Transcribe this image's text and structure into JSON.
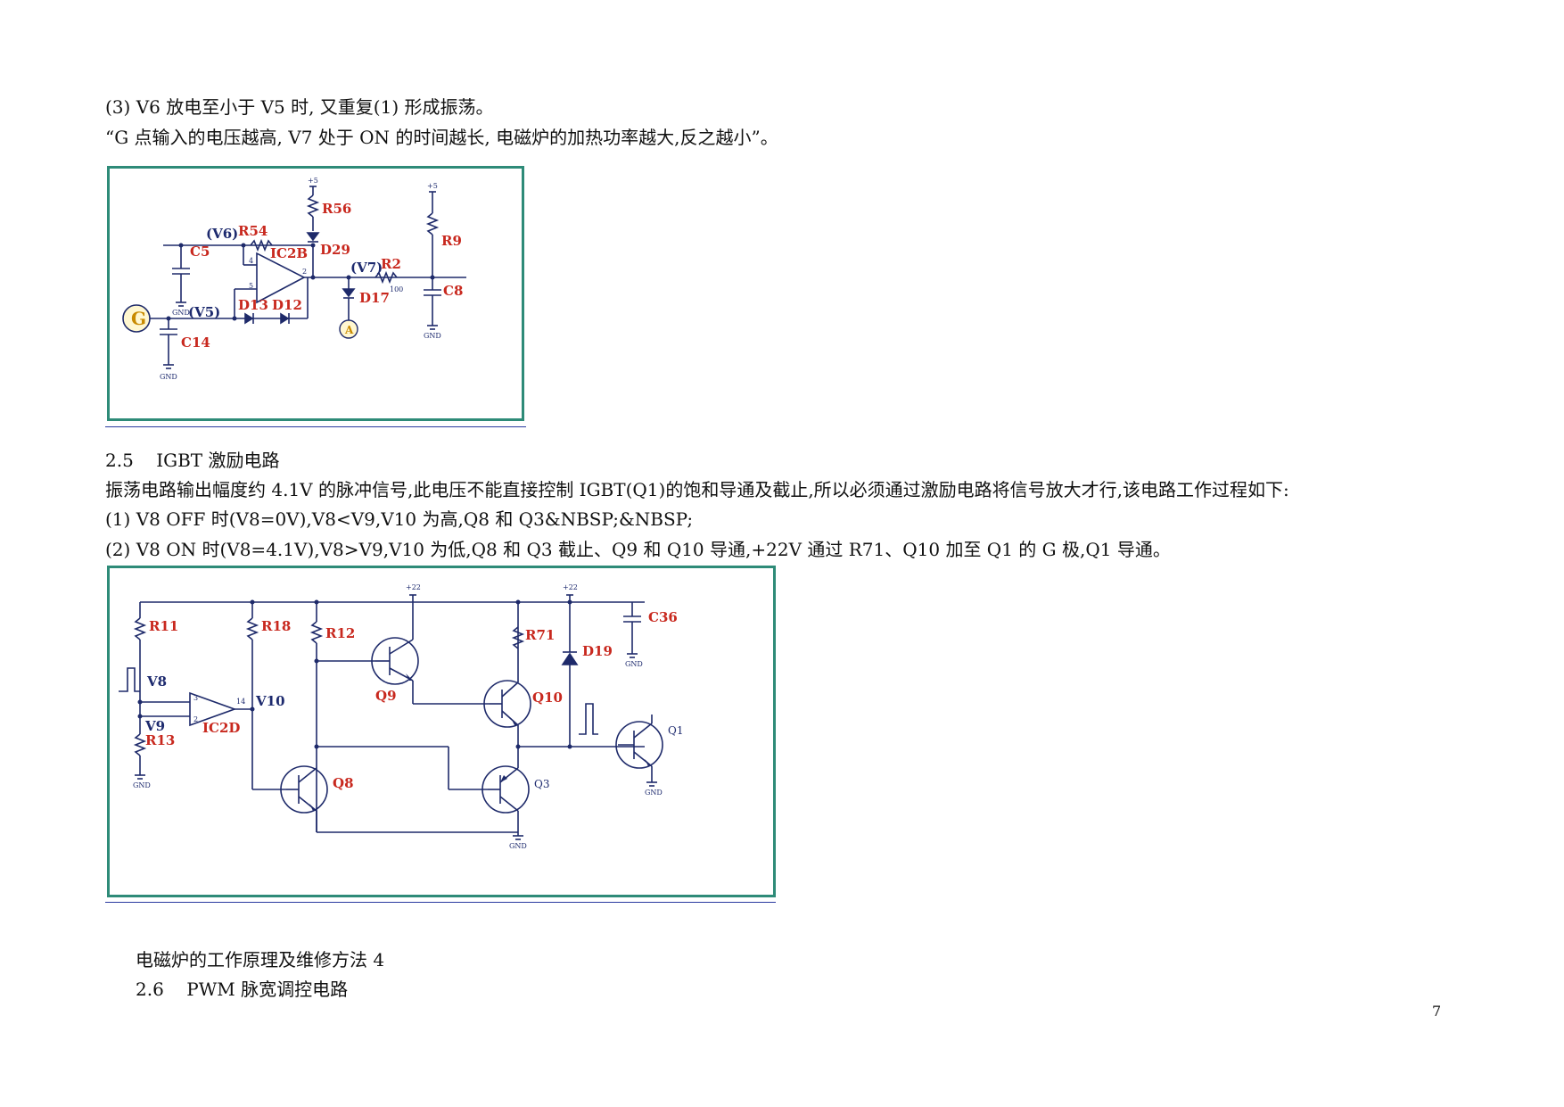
{
  "paragraphs": {
    "p1": "(3) V6 放电至小于 V5 时, 又重复(1) 形成振荡。",
    "p2": "“G 点输入的电压越高, V7 处于 ON 的时间越长, 电磁炉的加热功率越大,反之越小”。",
    "h25": "2.5    IGBT 激励电路",
    "p3": "振荡电路输出幅度约 4.1V 的脉冲信号,此电压不能直接控制 IGBT(Q1)的饱和导通及截止,所以必须通过激励电路将信号放大才行,该电路工作过程如下:",
    "p4": "(1) V8 OFF 时(V8=0V),V8<V9,V10 为高,Q8 和 Q3&NBSP;&NBSP;",
    "p5": "(2) V8 ON 时(V8=4.1V),V8>V9,V10 为低,Q8 和 Q3 截止、Q9 和 Q10 导通,+22V 通过 R71、Q10 加至 Q1 的 G 极,Q1 导通。",
    "f1": "电磁炉的工作原理及维修方法 4",
    "f2": "2.6    PWM 脉宽调控电路",
    "page_number": "7"
  },
  "fig1": {
    "labels": {
      "v6": "(V6)",
      "r54": "R54",
      "c5": "C5",
      "ic2b": "IC2B",
      "d29": "D29",
      "r56": "R56",
      "p5a": "+5",
      "p5b": "+5",
      "r9": "R9",
      "v7": "(V7)",
      "r2": "R2",
      "r2v": "100",
      "c8": "C8",
      "d17": "D17",
      "a": "A",
      "g": "G",
      "v5": "(V5)",
      "d13": "D13",
      "d12": "D12",
      "c14": "C14",
      "gnd1": "GND",
      "gnd2": "GND",
      "gnd3": "GND",
      "pin4": "4",
      "pin5": "5",
      "pin2": "2"
    }
  },
  "fig2": {
    "labels": {
      "r11": "R11",
      "r18": "R18",
      "r12": "R12",
      "r71": "R71",
      "d19": "D19",
      "c36": "C36",
      "v22a": "+22",
      "v22b": "+22",
      "v8": "V8",
      "v9": "V9",
      "r13": "R13",
      "ic2d": "IC2D",
      "v10": "V10",
      "q9": "Q9",
      "q10": "Q10",
      "q8": "Q8",
      "q3": "Q3",
      "q1": "Q1",
      "gnd1": "GND",
      "gnd2": "GND",
      "gnd3": "GND",
      "gnd4": "GND",
      "pin3": "3",
      "pin2": "2",
      "pin14": "14"
    }
  }
}
